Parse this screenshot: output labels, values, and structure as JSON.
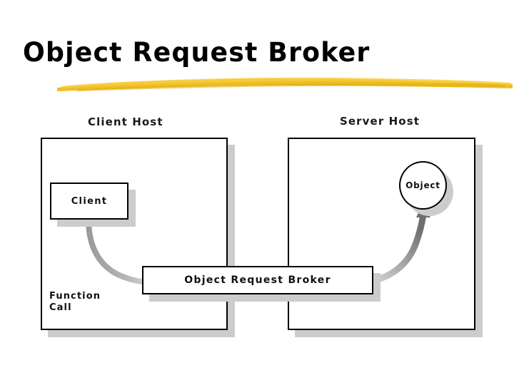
{
  "slide": {
    "title": "Object Request Broker",
    "background_color": "#ffffff",
    "title_color": "#000000",
    "brush_color": "#f0bf26"
  },
  "diagram": {
    "client_host_label": "Client Host",
    "server_host_label": "Server Host",
    "client_node_label": "Client",
    "object_node_label": "Object",
    "broker_node_label": "Object Request Broker",
    "function_call_label": "Function\nCall",
    "shadow_color": "#cccccc",
    "connector_color": "#9a9a9a",
    "arrow_color": "#707070",
    "border_color": "#000000"
  }
}
